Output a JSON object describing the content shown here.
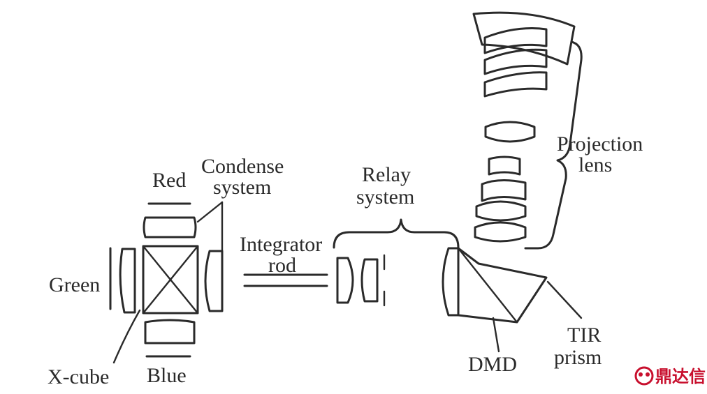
{
  "labels": {
    "red": "Red",
    "green": "Green",
    "blue": "Blue",
    "x_cube": "X-cube",
    "condense_line1": "Condense",
    "condense_line2": "system",
    "integrator_line1": "Integrator",
    "integrator_line2": "rod",
    "relay_line1": "Relay",
    "relay_line2": "system",
    "projection_line1": "Projection",
    "projection_line2": "lens",
    "dmd": "DMD",
    "tir_line1": "TIR",
    "tir_line2": "prism"
  },
  "watermark": {
    "text": "鼎达信",
    "color": "#c8102e"
  }
}
